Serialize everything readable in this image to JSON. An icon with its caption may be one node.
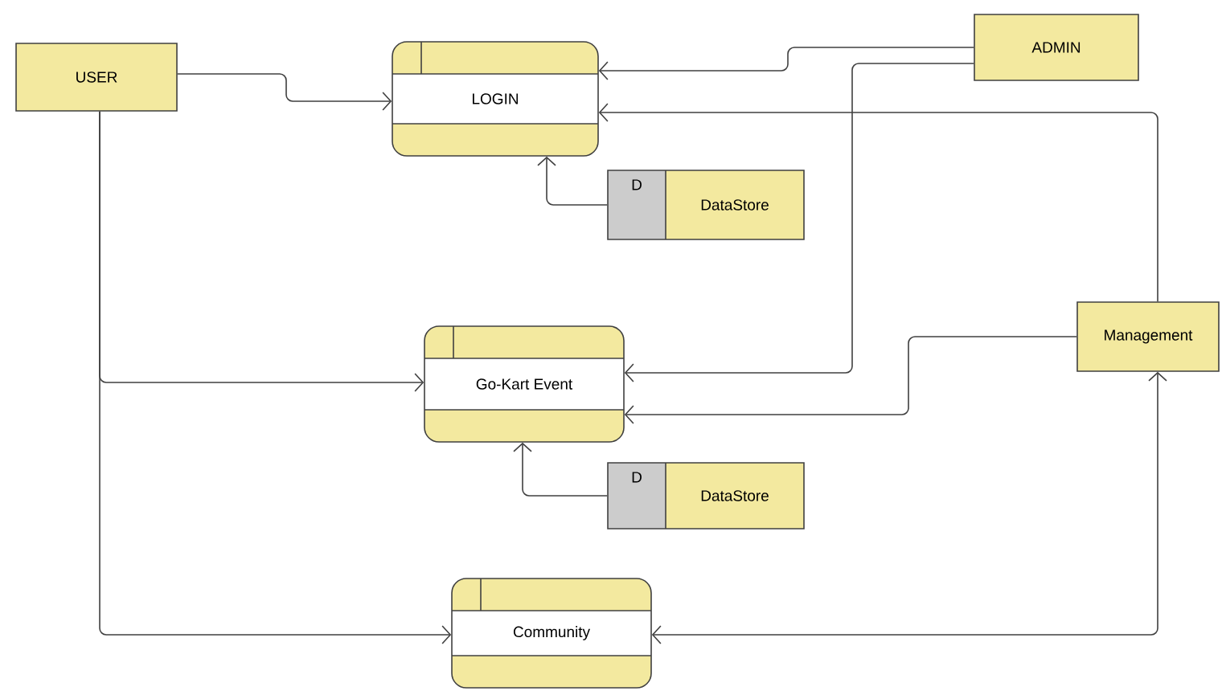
{
  "diagram": {
    "nodes": [
      {
        "text": [
          "USER"
        ]
      },
      {
        "text": [
          "LOGIN"
        ]
      },
      {
        "text": [
          "ADMIN"
        ]
      },
      {
        "text": [
          "D",
          "DataStore"
        ]
      },
      {
        "text": [
          "Management"
        ]
      },
      {
        "text": [
          "Go-Kart Event"
        ]
      },
      {
        "text": [
          "D",
          "DataStore"
        ]
      },
      {
        "text": [
          "Community"
        ]
      }
    ],
    "edges": [
      {
        "from": 0,
        "to": 1,
        "arrow": "to"
      },
      {
        "from": 2,
        "to": 1,
        "arrow": "to"
      },
      {
        "from": 2,
        "to": 5,
        "arrow": "to"
      },
      {
        "from": 4,
        "to": 1,
        "arrow": "to"
      },
      {
        "from": 3,
        "to": 1,
        "arrow": "to"
      },
      {
        "from": 0,
        "to": 5,
        "arrow": "to"
      },
      {
        "from": 4,
        "to": 5,
        "arrow": "to"
      },
      {
        "from": 6,
        "to": 5,
        "arrow": "to"
      },
      {
        "from": 0,
        "to": 7,
        "arrow": "to"
      },
      {
        "from": 7,
        "to": 4,
        "arrow": "both"
      }
    ]
  }
}
